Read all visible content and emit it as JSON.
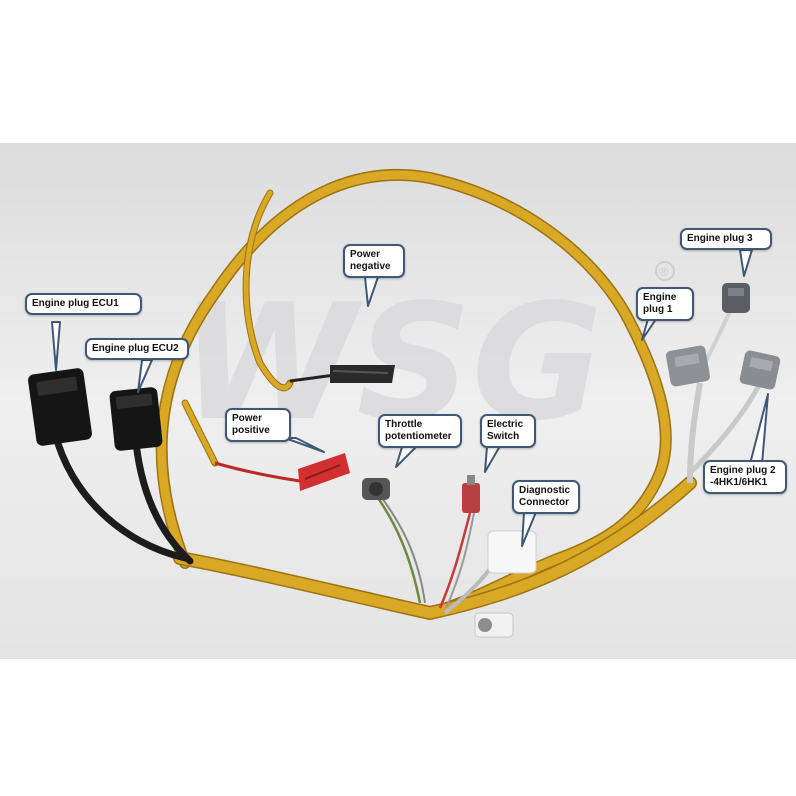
{
  "watermark": {
    "text": "WSG",
    "registered_mark": "®"
  },
  "callouts": {
    "engine_plug_ecu1": {
      "lines": [
        "Engine plug ECU1"
      ]
    },
    "engine_plug_ecu2": {
      "lines": [
        "Engine plug ECU2"
      ]
    },
    "power_negative": {
      "lines": [
        "Power",
        "negative"
      ]
    },
    "power_positive": {
      "lines": [
        "Power",
        "positive"
      ]
    },
    "throttle_potentiometer": {
      "lines": [
        "Throttle",
        "potentiometer"
      ]
    },
    "electric_switch": {
      "lines": [
        "Electric",
        "Switch"
      ]
    },
    "diagnostic_connector": {
      "lines": [
        "Diagnostic",
        "Connector"
      ]
    },
    "engine_plug_1": {
      "lines": [
        "Engine",
        "plug 1"
      ]
    },
    "engine_plug_2": {
      "lines": [
        "Engine plug 2",
        "-4HK1/6HK1"
      ]
    },
    "engine_plug_3": {
      "lines": [
        "Engine plug 3"
      ]
    }
  },
  "colors": {
    "harness_yellow": "#d9a825",
    "harness_shadow": "#9c7414",
    "black_cable": "#1c1c1c",
    "red_clamp": "#d23030",
    "callout_border": "#3f5877",
    "background": "#ebebeb"
  }
}
